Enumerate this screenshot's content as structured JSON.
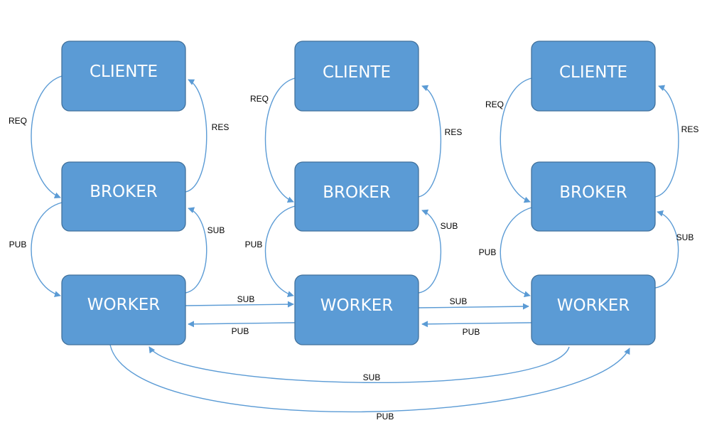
{
  "colors": {
    "node_fill": "#5b9bd5",
    "node_border": "#41719c",
    "node_text": "#ffffff",
    "edge": "#5b9bd5",
    "edge_text": "#000000"
  },
  "nodes": [
    {
      "id": "cliente-1",
      "label": "CLIENTE"
    },
    {
      "id": "broker-1",
      "label": "BROKER"
    },
    {
      "id": "worker-1",
      "label": "WORKER"
    },
    {
      "id": "cliente-2",
      "label": "CLIENTE"
    },
    {
      "id": "broker-2",
      "label": "BROKER"
    },
    {
      "id": "worker-2",
      "label": "WORKER"
    },
    {
      "id": "cliente-3",
      "label": "CLIENTE"
    },
    {
      "id": "broker-3",
      "label": "BROKER"
    },
    {
      "id": "worker-3",
      "label": "WORKER"
    }
  ],
  "edges": [
    {
      "id": "req-1",
      "from": "cliente-1",
      "to": "broker-1",
      "label": "REQ"
    },
    {
      "id": "res-1",
      "from": "broker-1",
      "to": "cliente-1",
      "label": "RES"
    },
    {
      "id": "pub-1",
      "from": "broker-1",
      "to": "worker-1",
      "label": "PUB"
    },
    {
      "id": "sub-1",
      "from": "worker-1",
      "to": "broker-1",
      "label": "SUB"
    },
    {
      "id": "req-2",
      "from": "cliente-2",
      "to": "broker-2",
      "label": "REQ"
    },
    {
      "id": "res-2",
      "from": "broker-2",
      "to": "cliente-2",
      "label": "RES"
    },
    {
      "id": "pub-2",
      "from": "broker-2",
      "to": "worker-2",
      "label": "PUB"
    },
    {
      "id": "sub-2",
      "from": "worker-2",
      "to": "broker-2",
      "label": "SUB"
    },
    {
      "id": "req-3",
      "from": "cliente-3",
      "to": "broker-3",
      "label": "REQ"
    },
    {
      "id": "res-3",
      "from": "broker-3",
      "to": "cliente-3",
      "label": "RES"
    },
    {
      "id": "pub-3",
      "from": "broker-3",
      "to": "worker-3",
      "label": "PUB"
    },
    {
      "id": "sub-3",
      "from": "worker-3",
      "to": "broker-3",
      "label": "SUB"
    },
    {
      "id": "sub-w1-w2",
      "from": "worker-1",
      "to": "worker-2",
      "label": "SUB"
    },
    {
      "id": "pub-w2-w1",
      "from": "worker-2",
      "to": "worker-1",
      "label": "PUB"
    },
    {
      "id": "sub-w2-w3",
      "from": "worker-2",
      "to": "worker-3",
      "label": "SUB"
    },
    {
      "id": "pub-w3-w2",
      "from": "worker-3",
      "to": "worker-2",
      "label": "PUB"
    },
    {
      "id": "sub-w3-w1",
      "from": "worker-3",
      "to": "worker-1",
      "label": "SUB"
    },
    {
      "id": "pub-w1-w3",
      "from": "worker-1",
      "to": "worker-3",
      "label": "PUB"
    }
  ]
}
